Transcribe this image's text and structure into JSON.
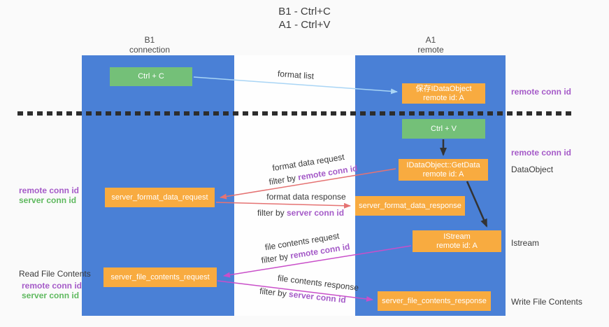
{
  "title": {
    "line1": "B1 - Ctrl+C",
    "line2": "A1 - Ctrl+V"
  },
  "lanes": {
    "left": {
      "name": "B1",
      "role": "connection"
    },
    "right": {
      "name": "A1",
      "role": "remote"
    }
  },
  "boxes": {
    "ctrl_c": "Ctrl + C",
    "ctrl_v": "Ctrl + V",
    "save_dataobject": {
      "line1": "保存IDataObject",
      "line2": "remote id: A"
    },
    "getdata": {
      "line1": "IDataObject::GetData",
      "line2": "remote id: A"
    },
    "istream": {
      "line1": "IStream",
      "line2": "remote id: A"
    },
    "format_request": "server_format_data_request",
    "format_response": "server_format_data_response",
    "file_request": "server_file_contents_request",
    "file_response": "server_file_contents_response"
  },
  "flow_labels": {
    "format_list": "format list",
    "format_data_request": "format data request",
    "format_data_response": "format data response",
    "file_contents_request": "file contents request",
    "file_contents_response": "file contents response",
    "filter_prefix": "filter by ",
    "remote_conn_id": "remote conn id",
    "server_conn_id": "server conn id"
  },
  "side_labels": {
    "remote_conn_id": "remote conn id",
    "server_conn_id": "server conn id",
    "dataobject": "DataObject",
    "istream": "Istream",
    "read_file_contents": "Read File Contents",
    "write_file_contents": "Write File Contents"
  },
  "colors": {
    "lane_blue": "#4a80d6",
    "box_orange": "#f8ab40",
    "box_green": "#74c078",
    "arrow_red": "#e57373",
    "arrow_magenta": "#c94fc9",
    "arrow_lightblue": "#a9d5f5",
    "arrow_black": "#333333",
    "label_purple": "#a55bc8",
    "label_green": "#5fb95f",
    "dashed_line": "#2d2d2d"
  }
}
